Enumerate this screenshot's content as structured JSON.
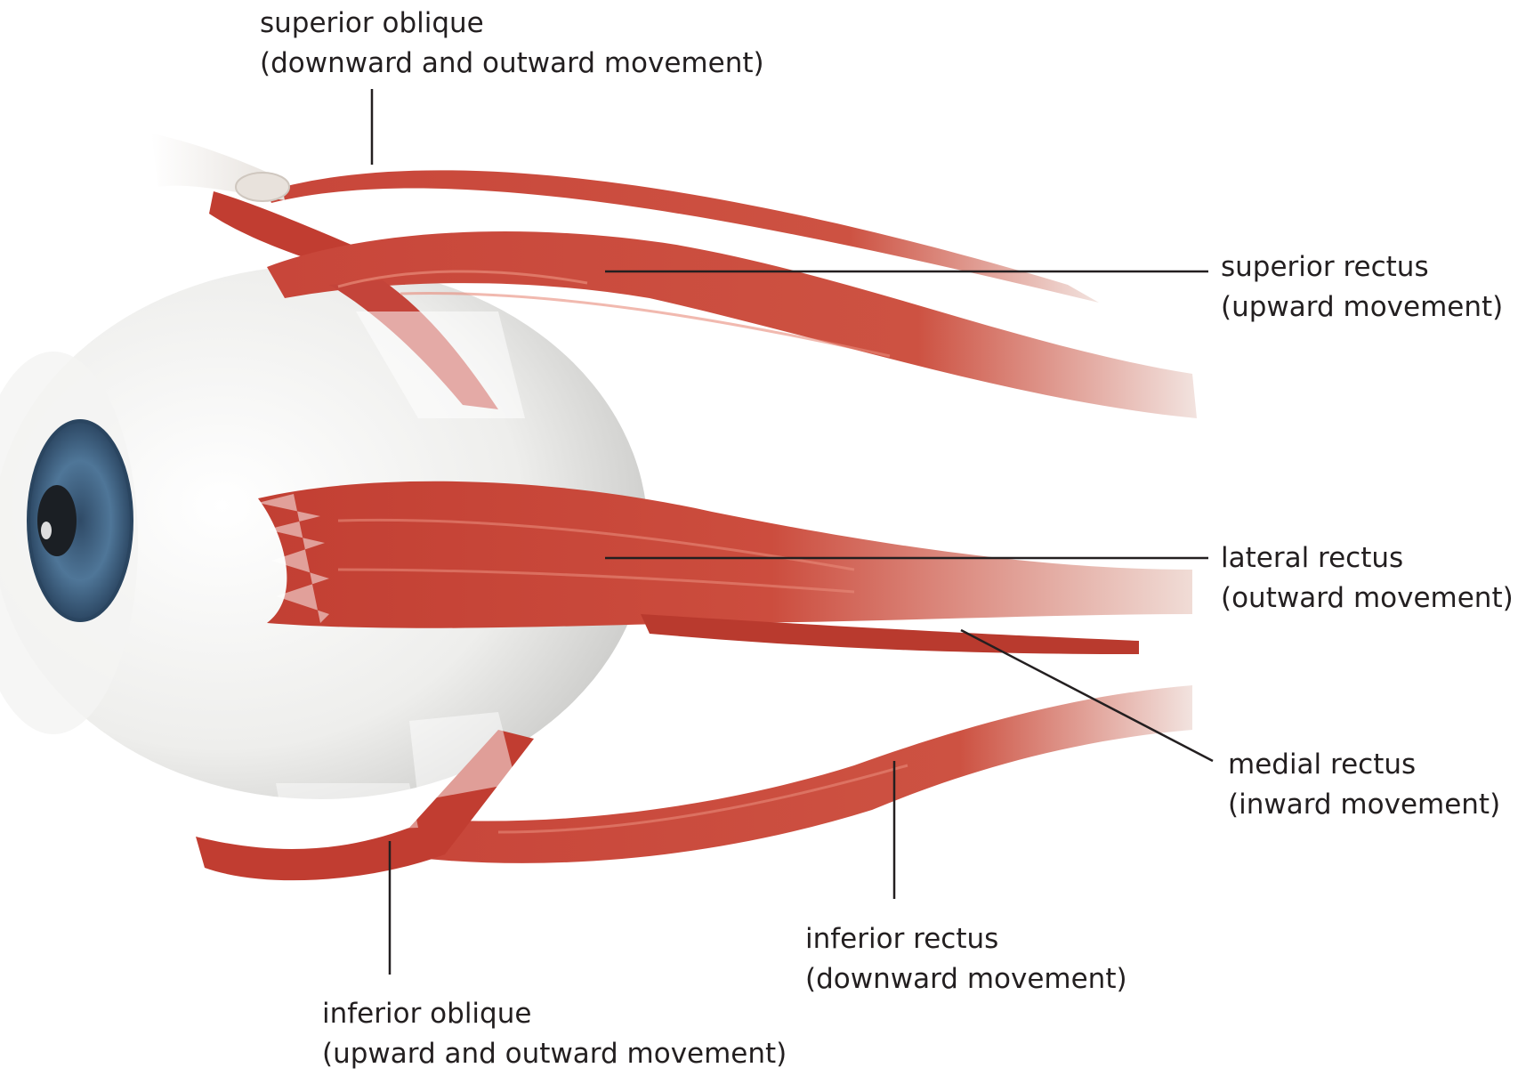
{
  "diagram": {
    "colors": {
      "muscle": "#c8463a",
      "muscle_dark": "#a83024",
      "muscle_light": "#e37a66",
      "tendon": "#f1ede8",
      "sclera": "#ececea",
      "iris": "#4a6d8c",
      "pupil": "#1b1f24",
      "leader_line": "#231f20",
      "text": "#231f20"
    },
    "labels": {
      "superior_oblique": {
        "name": "superior oblique",
        "action": "(downward and outward movement)"
      },
      "superior_rectus": {
        "name": "superior rectus",
        "action": "(upward movement)"
      },
      "lateral_rectus": {
        "name": "lateral rectus",
        "action": "(outward movement)"
      },
      "medial_rectus": {
        "name": "medial rectus",
        "action": "(inward movement)"
      },
      "inferior_rectus": {
        "name": "inferior rectus",
        "action": "(downward movement)"
      },
      "inferior_oblique": {
        "name": "inferior oblique",
        "action": "(upward and outward movement)"
      }
    }
  }
}
